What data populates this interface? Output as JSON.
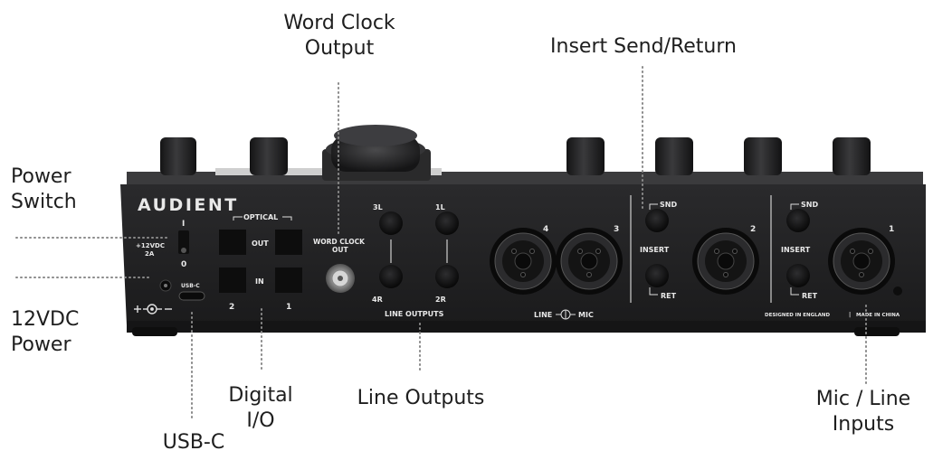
{
  "callouts": {
    "word_clock": [
      "Word Clock",
      "Output"
    ],
    "insert": [
      "Insert Send/Return"
    ],
    "power_switch": [
      "Power",
      "Switch"
    ],
    "power_12v": [
      "12VDC",
      "Power"
    ],
    "digital_io": [
      "Digital",
      "I/O"
    ],
    "line_outputs": [
      "Line Outputs"
    ],
    "mic_line": [
      "Mic / Line",
      "Inputs"
    ],
    "usb_c": [
      "USB-C"
    ]
  },
  "panel": {
    "brand": "AUDIENT",
    "power_on": "I",
    "power_off": "0",
    "dc_rating": [
      "+12VDC",
      "2A"
    ],
    "usb_label": "USB-C",
    "optical_label": "OPTICAL",
    "optical_out": "OUT",
    "optical_in": "IN",
    "optical_left": "2",
    "optical_right": "1",
    "wordclock_label": [
      "WORD CLOCK",
      "OUT"
    ],
    "line_out_3l": "3L",
    "line_out_1l": "1L",
    "line_out_4r": "4R",
    "line_out_2r": "2R",
    "line_outputs_label": "LINE OUTPUTS",
    "combo_4": "4",
    "combo_3": "3",
    "combo_2": "2",
    "combo_1": "1",
    "line_mic_line": "LINE",
    "line_mic_mic": "MIC",
    "snd": "SND",
    "insert": "INSERT",
    "ret": "RET",
    "designed": "DESIGNED IN ENGLAND",
    "sep": "|",
    "made": "MADE IN CHINA"
  },
  "colors": {
    "panel": "#1f1f21",
    "callout_text": "#1e1e1e",
    "dotted_line": "#8a8a8a"
  }
}
